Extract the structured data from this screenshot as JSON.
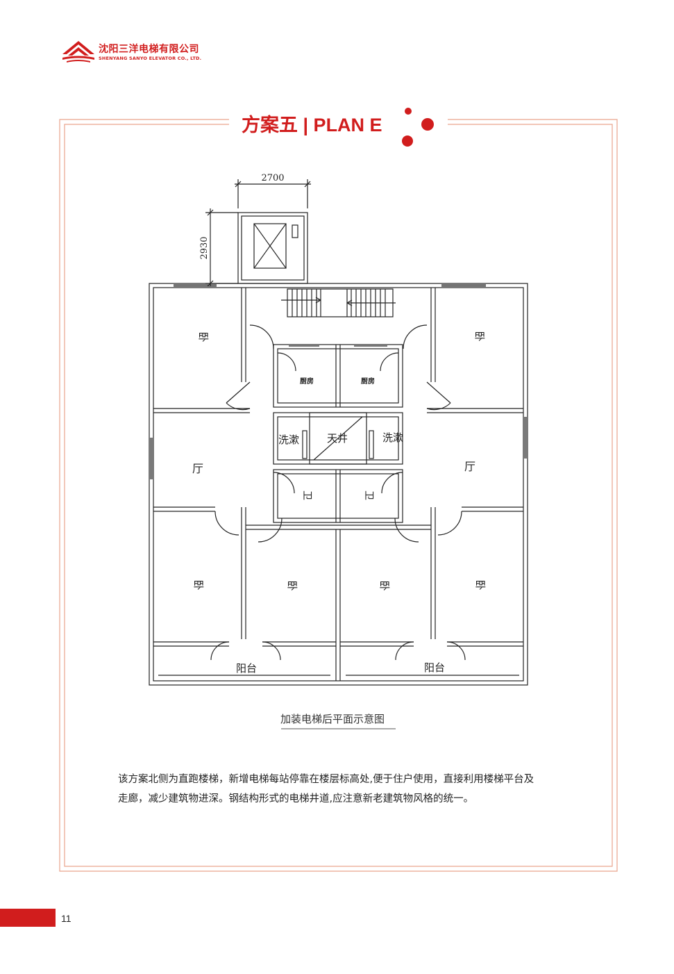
{
  "header": {
    "company_cn": "沈阳三洋电梯有限公司",
    "company_en": "SHENYANG SANYO ELEVATOR CO., LTD."
  },
  "title": "方案五 | PLAN E",
  "colors": {
    "accent": "#d11d1d",
    "frame": "#e9a48c",
    "line": "#222222"
  },
  "plan": {
    "dim_width": "2700",
    "dim_depth": "2930",
    "rooms": {
      "bedroom": "卧",
      "kitchen": "厨房",
      "washroom": "洗漱",
      "lightwell": "天井",
      "living": "厅",
      "toilet": "卫",
      "balcony": "阳台"
    }
  },
  "caption": "加装电梯后平面示意图",
  "description": [
    "该方案北侧为直跑楼梯，新增电梯每站停靠在楼层标高处,便于住户使用，直接利用楼梯平台及",
    "走廊，减少建筑物进深。钢结构形式的电梯井道,应注意新老建筑物风格的统一。"
  ],
  "page_number": "11"
}
